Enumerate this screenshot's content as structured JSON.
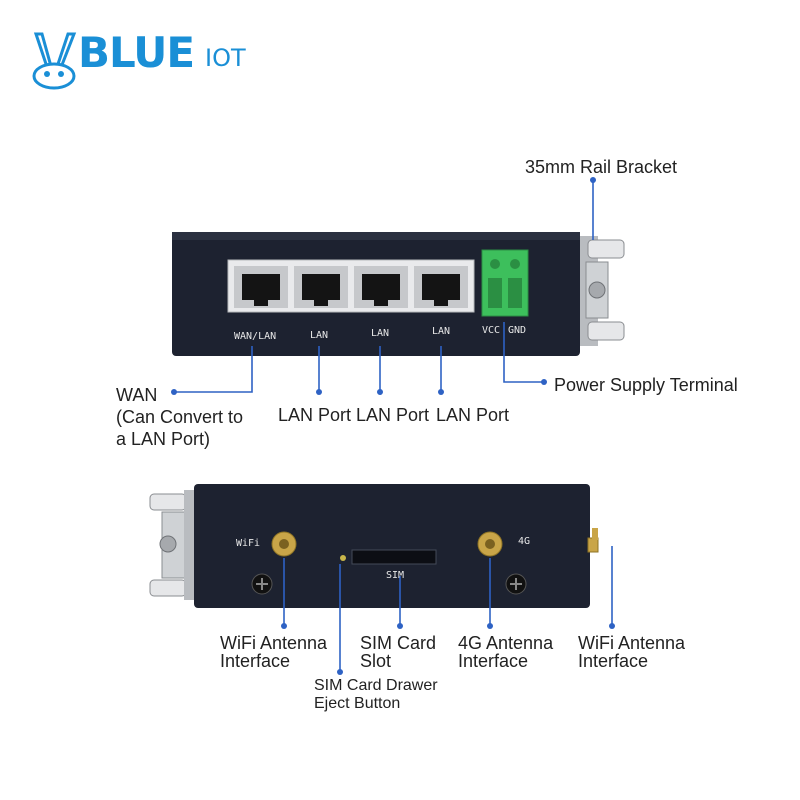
{
  "brand": {
    "name": "BLUE",
    "suffix": "IOT"
  },
  "top_panel": {
    "port_labels": [
      "WAN/LAN",
      "LAN",
      "LAN",
      "LAN"
    ],
    "terminal_labels": {
      "vcc": "VCC",
      "gnd": "GND"
    }
  },
  "bottom_panel": {
    "wifi_label": "WiFi",
    "g4_label": "4G",
    "sim_label": "SIM"
  },
  "callouts": {
    "rail_bracket": "35mm Rail Bracket",
    "power_terminal": "Power Supply Terminal",
    "wan_line1": "WAN",
    "wan_line2": "(Can Convert to",
    "wan_line3": "a LAN Port)",
    "lan_port_1": "LAN Port",
    "lan_port_2": "LAN Port",
    "lan_port_3": "LAN Port",
    "wifi_antenna_1_line1": "WiFi Antenna",
    "wifi_antenna_1_line2": "Interface",
    "sim_slot_line1": "SIM Card",
    "sim_slot_line2": "Slot",
    "antenna_4g_line1": "4G Antenna",
    "antenna_4g_line2": "Interface",
    "wifi_antenna_2_line1": "WiFi Antenna",
    "wifi_antenna_2_line2": "Interface",
    "eject_line1": "SIM Card Drawer",
    "eject_line2": "Eject Button"
  },
  "colors": {
    "brand": "#1a8fd6",
    "callout_line": "#2e62c4",
    "device_body": "#1d2230",
    "terminal": "#3dbf5c"
  }
}
